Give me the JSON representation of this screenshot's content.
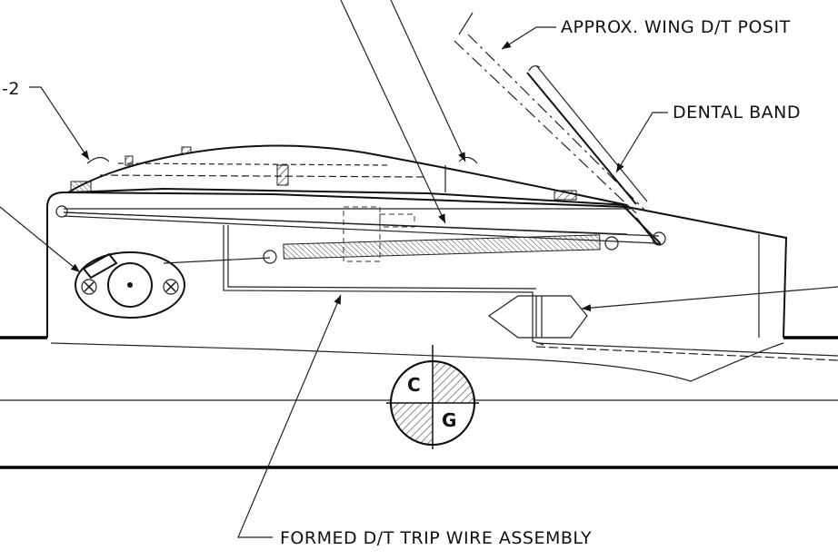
{
  "labels": {
    "part_ref": "-2",
    "wing_dt_position": "APPROX. WING D/T POSIT",
    "dental_band": "DENTAL BAND",
    "trip_wire": "FORMED D/T TRIP WIRE ASSEMBLY"
  },
  "cg_symbol": {
    "top": "C",
    "bottom": "G"
  }
}
